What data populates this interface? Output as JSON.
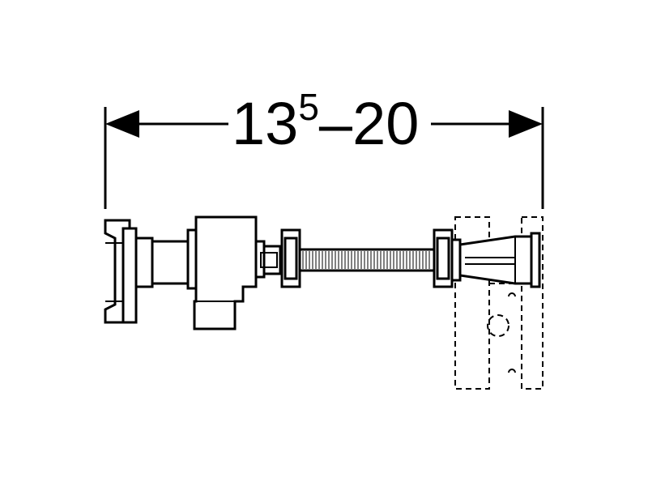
{
  "dimension": {
    "base": "13",
    "superscript": "5",
    "separator": "–",
    "upper": "20"
  },
  "colors": {
    "line": "#000000",
    "background": "#ffffff"
  }
}
